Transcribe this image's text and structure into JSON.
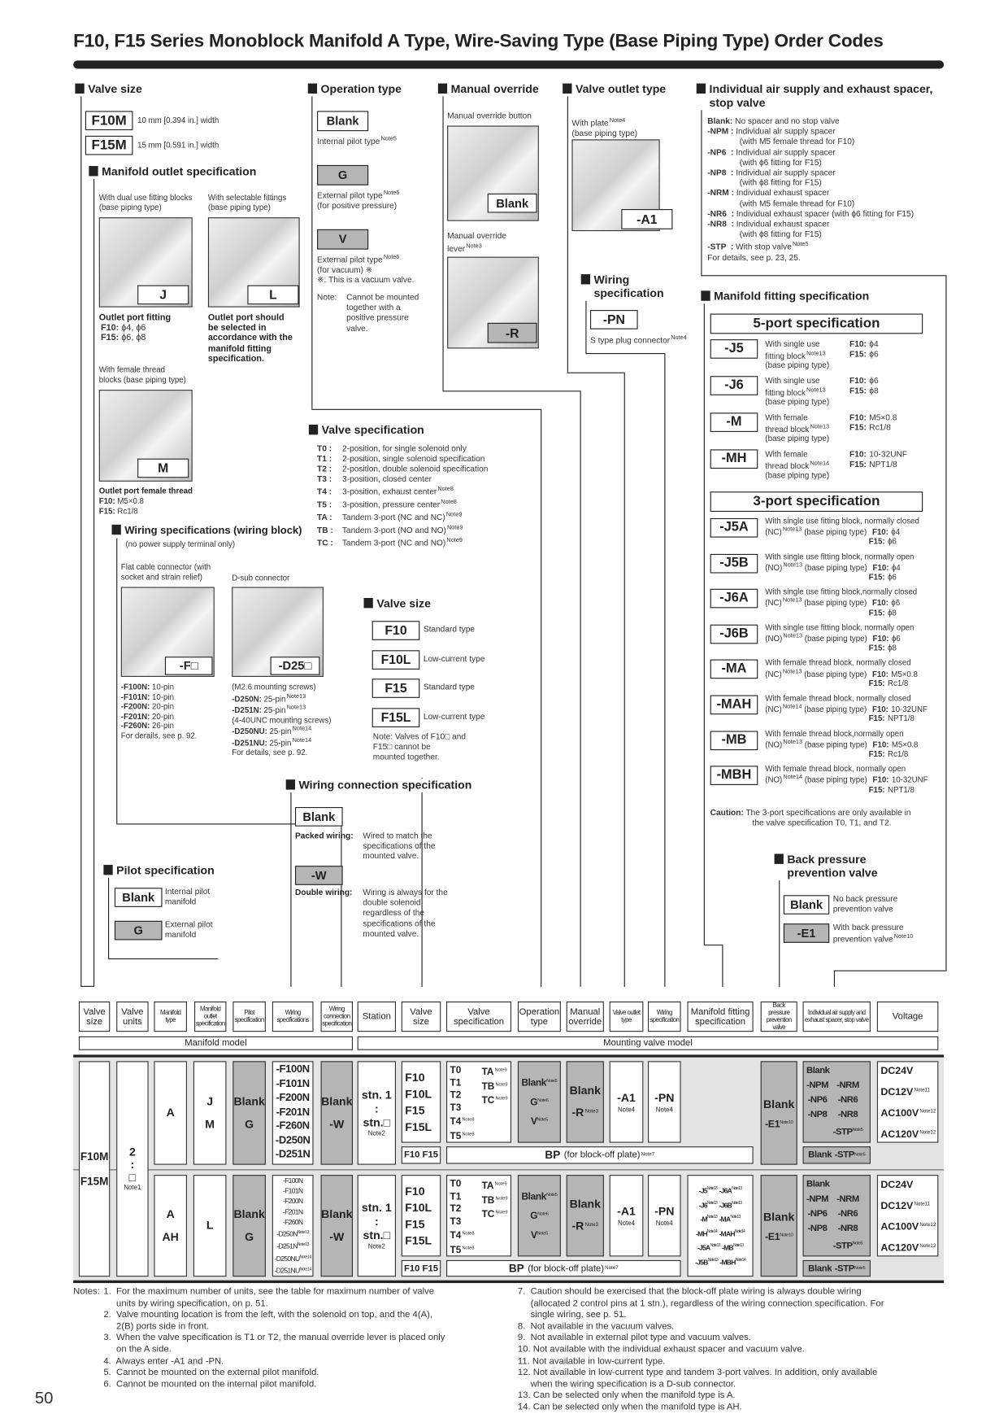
{
  "title": "F10, F15 Series Monoblock Manifold A Type, Wire-Saving Type (Base Piping Type) Order Codes",
  "page_number": "50",
  "valve_size": {
    "heading": "Valve size",
    "options": [
      {
        "code": "F10M",
        "desc": "10 mm [0.394 in.] width"
      },
      {
        "code": "F15M",
        "desc": "15 mm [0.591 in.] width"
      }
    ]
  },
  "manifold_outlet": {
    "heading": "Manifold outlet specification",
    "j": {
      "label1": "With dual use  fitting blocks",
      "label2": "(base piping type)",
      "code": "J",
      "note_title": "Outlet port fitting",
      "lines": [
        {
          "k": "F10:",
          "v": " ϕ4, ϕ6"
        },
        {
          "k": "F15:",
          "v": " ϕ6, ϕ8"
        }
      ]
    },
    "l": {
      "label1": "With selectable fittings",
      "label2": "(base piping type)",
      "code": "L",
      "note": [
        "Outlet port should",
        "be selected in",
        "accordance with the",
        "manifold fitting",
        "specification."
      ]
    },
    "m": {
      "label1": "With female thread",
      "label2": "blocks (base piping type)",
      "code": "M",
      "note_title": "Outlet port female thread",
      "lines": [
        {
          "k": "F10:",
          "v": " M5×0.8"
        },
        {
          "k": "F15:",
          "v": " Rc1/8"
        }
      ]
    }
  },
  "wiring_block": {
    "heading": "Wiring specifications (wiring block)",
    "sub": "(no power supply terminal only)",
    "flat": {
      "label1": "Flat cable connector (with",
      "label2": "socket and strain relief)",
      "code": "-F□",
      "lines": [
        {
          "k": "-F100N:",
          "v": " 10-pin"
        },
        {
          "k": "-F101N:",
          "v": " 10-pin"
        },
        {
          "k": "-F200N:",
          "v": " 20-pin"
        },
        {
          "k": "-F201N:",
          "v": " 20-pin"
        },
        {
          "k": "-F260N:",
          "v": " 26-pin"
        },
        {
          "k": "",
          "v": "For derails, see p. 92."
        }
      ]
    },
    "dsub": {
      "label": "D-sub connector",
      "code": "-D25□",
      "lines": [
        {
          "k": "",
          "v": "(M2.6 mounting screws)"
        },
        {
          "k": "-D250N:",
          "v": " 25-pin",
          "sup": "Note13"
        },
        {
          "k": "-D251N:",
          "v": " 25-pin",
          "sup": "Note13"
        },
        {
          "k": "",
          "v": "(4-40UNC mounting screws)"
        },
        {
          "k": "-D250NU:",
          "v": " 25-pin",
          "sup": "Note14"
        },
        {
          "k": "-D251NU:",
          "v": " 25-pin",
          "sup": "Note14"
        },
        {
          "k": "",
          "v": "For details, see p. 92."
        }
      ]
    }
  },
  "pilot": {
    "heading": "Pilot specification",
    "options": [
      {
        "code": "Blank",
        "l1": "Internal pilot",
        "l2": "manifold"
      },
      {
        "code": "G",
        "l1": "External pilot",
        "l2": "manifold"
      }
    ]
  },
  "operation": {
    "heading": "Operation type",
    "blank": "Blank",
    "blank_desc": "Internal pilot type",
    "blank_sup": "Note5",
    "g": "G",
    "g_desc1": "External pilot type",
    "g_sup": "Note6",
    "g_desc2": "(for positive pressure)",
    "v": "V",
    "v_desc1": "External pilot type",
    "v_sup": "Note6",
    "v_desc2": "(for vacuum) ※",
    "v_desc3": "※: This is a vacuum valve.",
    "note_label": "Note:",
    "note": [
      "Cannot be mounted",
      "together with a",
      "positive pressure",
      "valve."
    ]
  },
  "valve_spec": {
    "heading": "Valve specification",
    "lines": [
      {
        "k": "T0 :",
        "v": " 2-position, for single solenoid only"
      },
      {
        "k": "T1 :",
        "v": " 2-position, single solenoid specification"
      },
      {
        "k": "T2 :",
        "v": " 2-position, double solenoid specification"
      },
      {
        "k": "T3 :",
        "v": " 3-position, closed center"
      },
      {
        "k": "T4 :",
        "v": " 3-position, exhaust center",
        "sup": "Note8"
      },
      {
        "k": "T5 :",
        "v": " 3-position, pressure center",
        "sup": "Note8"
      },
      {
        "k": "TA :",
        "v": " Tandem 3-port (NC and NC)",
        "sup": "Note9"
      },
      {
        "k": "TB :",
        "v": " Tandem 3-port (NO and NO)",
        "sup": "Note9"
      },
      {
        "k": "TC :",
        "v": " Tandem 3-port (NC and NO)",
        "sup": "Note9"
      }
    ]
  },
  "valve_size2": {
    "heading": "Valve size",
    "options": [
      {
        "code": "F10",
        "desc": "Standard type"
      },
      {
        "code": "F10L",
        "desc": "Low-current type"
      },
      {
        "code": "F15",
        "desc": "Standard type"
      },
      {
        "code": "F15L",
        "desc": "Low-current type"
      }
    ],
    "note": [
      "Note: Valves of F10□ and",
      "F15□ cannot be",
      "mounted together."
    ]
  },
  "wiring_conn": {
    "heading": "Wiring connection specification",
    "blank": "Blank",
    "packed_k": "Packed wiring:",
    "packed": [
      "Wired to match the",
      "specifications of the",
      "mounted valve."
    ],
    "w": "-W",
    "double_k": "Double wiring:",
    "double": [
      "Wiring is always for the",
      "double solenoid,",
      "regardless of the",
      "specifications of the",
      "mounted valve."
    ]
  },
  "manual_override": {
    "heading": "Manual override",
    "button_label": "Manual override button",
    "blank": "Blank",
    "lever_label1": "Manual override",
    "lever_label2": "lever",
    "lever_sup": "Note3",
    "r": "-R"
  },
  "valve_outlet": {
    "heading": "Valve outlet type",
    "label1": "With plate",
    "sup": "Note4",
    "label2": "(base piping type)",
    "code": "-A1"
  },
  "wiring_spec": {
    "heading1": "Wiring",
    "heading2": "specification",
    "code": "-PN",
    "desc": "S  type plug connector",
    "sup": "Note4"
  },
  "spacer": {
    "heading1": "Individual air supply and exhaust spacer,",
    "heading2": "stop valve",
    "lines": [
      {
        "k": "Blank:",
        "v": " No spacer and no stop valve"
      },
      {
        "k": "-NPM :",
        "v": " Individual air supply spacer"
      },
      {
        "k": "",
        "v": "              (with M5 female thread for F10)"
      },
      {
        "k": "-NP6  :",
        "v": " Individual air supply spacer"
      },
      {
        "k": "",
        "v": "              (with ϕ6 fitting for F15)"
      },
      {
        "k": "-NP8  :",
        "v": " Individual air supply spacer"
      },
      {
        "k": "",
        "v": "              (with ϕ8 fitting for F15)"
      },
      {
        "k": "-NRM :",
        "v": " Individual exhaust spacer"
      },
      {
        "k": "",
        "v": "              (with M5 female thread for F10)"
      },
      {
        "k": "-NR6  :",
        "v": " Individual exhaust spacer (with ϕ6 fitting for F15)"
      },
      {
        "k": "-NR8  :",
        "v": " Individual exhaust spacer"
      },
      {
        "k": "",
        "v": "              (with ϕ8 fitting for F15)"
      },
      {
        "k": "-STP  :",
        "v": " With stop valve",
        "sup": "Note5"
      },
      {
        "k": "",
        "v": "For details, see p. 23, 25."
      }
    ]
  },
  "fitting": {
    "heading": "Manifold fitting specification",
    "five_port": "5-port specification",
    "five": [
      {
        "code": "-J5",
        "l1": "With single use",
        "l2": "fitting block",
        "sup": "Note13",
        "l3": "(base piping type)",
        "f10": "ϕ4",
        "f15": "ϕ6"
      },
      {
        "code": "-J6",
        "l1": "With single use",
        "l2": "fitting block",
        "sup": "Note13",
        "l3": "(base piping type)",
        "f10": "ϕ6",
        "f15": "ϕ8"
      },
      {
        "code": "-M",
        "l1": "With female",
        "l2": "thread block",
        "sup": "Note13",
        "l3": "(base piping type)",
        "f10": "M5×0.8",
        "f15": "Rc1/8"
      },
      {
        "code": "-MH",
        "l1": "With female",
        "l2": "thread block",
        "sup": "Note14",
        "l3": "(base piping type)",
        "f10": "10-32UNF",
        "f15": "NPT1/8"
      }
    ],
    "three_port": "3-port specification",
    "three": [
      {
        "code": "-J5A",
        "l1": "With single use fitting block, normally closed",
        "l2": "(NC)",
        "sup": "Note13",
        "l3": " (base piping type)",
        "f10": "ϕ4",
        "f15": "ϕ6"
      },
      {
        "code": "-J5B",
        "l1": "With single use fitting block, normally open",
        "l2": "(NO)",
        "sup": "Note13",
        "l3": " (base piping type)",
        "f10": "ϕ4",
        "f15": "ϕ6"
      },
      {
        "code": "-J6A",
        "l1": "With single use fitting block,normally closed",
        "l2": "(NC)",
        "sup": "Note13",
        "l3": " (base piping type)",
        "f10": "ϕ6",
        "f15": "ϕ8"
      },
      {
        "code": "-J6B",
        "l1": "With single use fitting block, normally open",
        "l2": "(NO)",
        "sup": "Note13",
        "l3": " (base piping type)",
        "f10": "ϕ6",
        "f15": "ϕ8"
      },
      {
        "code": "-MA",
        "l1": "With female thread block, normally closed",
        "l2": "(NC)",
        "sup": "Note13",
        "l3": " (base piping type)",
        "f10": "M5×0.8",
        "f15": "Rc1/8"
      },
      {
        "code": "-MAH",
        "l1": "With female thread block, normally closed",
        "l2": "(NC)",
        "sup": "Note14",
        "l3": " (base piping type)",
        "f10": "10-32UNF",
        "f15": "NPT1/8"
      },
      {
        "code": "-MB",
        "l1": "With female thread block,normally open",
        "l2": "(NO)",
        "sup": "Note13",
        "l3": " (base piping type)",
        "f10": "M5×0.8",
        "f15": "Rc1/8"
      },
      {
        "code": "-MBH",
        "l1": "With female thread block, normally open",
        "l2": "(NO)",
        "sup": "Note14",
        "l3": " (base piping type)",
        "f10": "10-32UNF",
        "f15": "NPT1/8"
      }
    ],
    "f10_label": "F10:",
    "f15_label": "F15:",
    "caution_k": "Caution:",
    "caution1": "The 3-port specifications are only available in",
    "caution2": "the valve specification T0, T1, and T2."
  },
  "back_pressure": {
    "heading1": "Back pressure",
    "heading2": "prevention valve",
    "options": [
      {
        "code": "Blank",
        "l1": "No back pressure",
        "l2": "prevention valve",
        "sup": ""
      },
      {
        "code": "-E1",
        "l1": "With back pressure",
        "l2": "prevention valve",
        "sup": "Note10"
      }
    ]
  },
  "table": {
    "headers": [
      "Valve size",
      "Valve units",
      "Manifold type",
      "Manifold outlet specification",
      "Pilot specification",
      "Wiring specifications",
      "Wiring connection specification",
      "Station",
      "Valve size",
      "Valve specification",
      "Operation type",
      "Manual override",
      "Valve outlet type",
      "Wiring specification",
      "Manifold fitting specification",
      "Back pressure prevention valve",
      "Individual air supply and exhaust spacer, stop valve",
      "Voltage"
    ],
    "group_manifold": "Manifold model",
    "group_valve": "Mounting valve model",
    "valve_size": [
      "F10M",
      "F15M"
    ],
    "units": [
      "2",
      ":",
      "□",
      "Note1"
    ],
    "rows": [
      {
        "type": [
          "A"
        ],
        "outlet": [
          "J",
          "M"
        ],
        "pilot": [
          "Blank",
          "G"
        ],
        "wiring": [
          "-F100N",
          "-F101N",
          "-F200N",
          "-F201N",
          "-F260N",
          "-D250N",
          "-D251N"
        ],
        "wconn": [
          "Blank",
          "-W"
        ],
        "fitting": []
      },
      {
        "type": [
          "A",
          "AH"
        ],
        "outlet": [
          "L"
        ],
        "pilot": [
          "Blank",
          "G"
        ],
        "wiring": [
          "-F100N",
          "-F101N",
          "-F200N",
          "-F201N",
          "-F260N",
          "-D250N",
          "-D251N",
          "-D250NU",
          "-D251NU"
        ],
        "wiring_sup": [
          "",
          "",
          "",
          "",
          "",
          "Note13",
          "Note13",
          "Note14",
          "Note14"
        ],
        "wconn": [
          "Blank",
          "-W"
        ],
        "fitting": [
          {
            "a": "-J5",
            "as": "Note13",
            "b": "-J6A",
            "bs": "Note13"
          },
          {
            "a": "-J6",
            "as": "Note13",
            "b": "-J6B",
            "bs": "Note13"
          },
          {
            "a": "-M",
            "as": "Note13",
            "b": "-MA",
            "bs": "Note13"
          },
          {
            "a": "-MH",
            "as": "Note14",
            "b": "-MAH",
            "bs": "Note14"
          },
          {
            "a": "-J5A",
            "as": "Note13",
            "b": "-MB",
            "bs": "Note13"
          },
          {
            "a": "-J5B",
            "as": "Note13",
            "b": "-MBH",
            "bs": "Note14"
          }
        ]
      }
    ],
    "station": [
      "stn. 1",
      ":",
      "stn.□",
      "Note2"
    ],
    "vsize": [
      "F10",
      "F10L",
      "F15",
      "F15L"
    ],
    "vsize_bp": "F10 F15",
    "spec_left": [
      "T0",
      "T1",
      "T2",
      "T3",
      "T4",
      "T5"
    ],
    "spec_left_sup": [
      "",
      "",
      "",
      "",
      "Note8",
      "Note8"
    ],
    "spec_right": [
      "TA",
      "TB",
      "TC"
    ],
    "spec_right_sup": "Note9",
    "op": [
      {
        "v": "Blank",
        "s": "Note5"
      },
      {
        "v": "G",
        "s": "Note6"
      },
      {
        "v": "V",
        "s": "Note5"
      }
    ],
    "override": [
      "Blank",
      "-R"
    ],
    "override_sup": "Note3",
    "outlet": "-A1",
    "outlet_note": "Note4",
    "wspec": "-PN",
    "wspec_note": "Note4",
    "bp_code": "BP",
    "bp_text": "(for block-off plate)",
    "bp_sup": "Note7",
    "backp": [
      "Blank",
      "-E1"
    ],
    "backp_sup": "Note10",
    "spacer": {
      "blank": "Blank",
      "a": [
        "-NPM",
        "-NP6",
        "-NP8"
      ],
      "b": [
        "-NRM",
        "-NR6",
        "-NR8",
        "-STP"
      ],
      "stp_sup": "Note5",
      "bp_blank": "Blank",
      "bp_stp": "-STP"
    },
    "voltage": [
      {
        "v": "DC24V",
        "s": ""
      },
      {
        "v": "DC12V",
        "s": "Note11"
      },
      {
        "v": "AC100V",
        "s": "Note12"
      },
      {
        "v": "AC120V",
        "s": "Note12"
      }
    ]
  },
  "notes": {
    "label": "Notes:",
    "left": [
      "1.  For the maximum number of units, see the table for maximum number of valve",
      "     units by wiring specification, on p. 51.",
      "2.  Valve mounting location is from the left, with the solenoid on top, and the 4(A),",
      "     2(B) ports side in front.",
      "3.  When the valve specification is T1 or T2, the manual override lever is placed only",
      "     on the A side.",
      "4.  Always enter -A1 and -PN.",
      "5.  Cannot be mounted on the external pilot manifold.",
      "6.  Cannot be mounted on the internal pilot manifold."
    ],
    "right": [
      "7.  Caution should be exercised that the block-off plate wiring is always double wiring",
      "     (allocated 2 control pins at 1 stn.), regardless of the wiring connection specification. For",
      "     single wiring, see p. 51.",
      "8.  Not available in the vacuum valves.",
      "9.  Not available in external pilot type and vacuum valves.",
      "10. Not available with the individual exhaust spacer and vacuum valve.",
      "11. Not available in low-current type.",
      "12. Not available in low-current type and tandem 3-port valves. In addition, only available",
      "     when the wiring specification is a D-sub connector.",
      "13. Can be selected only when the manifold type is A.",
      "14. Can be selected only when the manifold type is AH."
    ]
  }
}
